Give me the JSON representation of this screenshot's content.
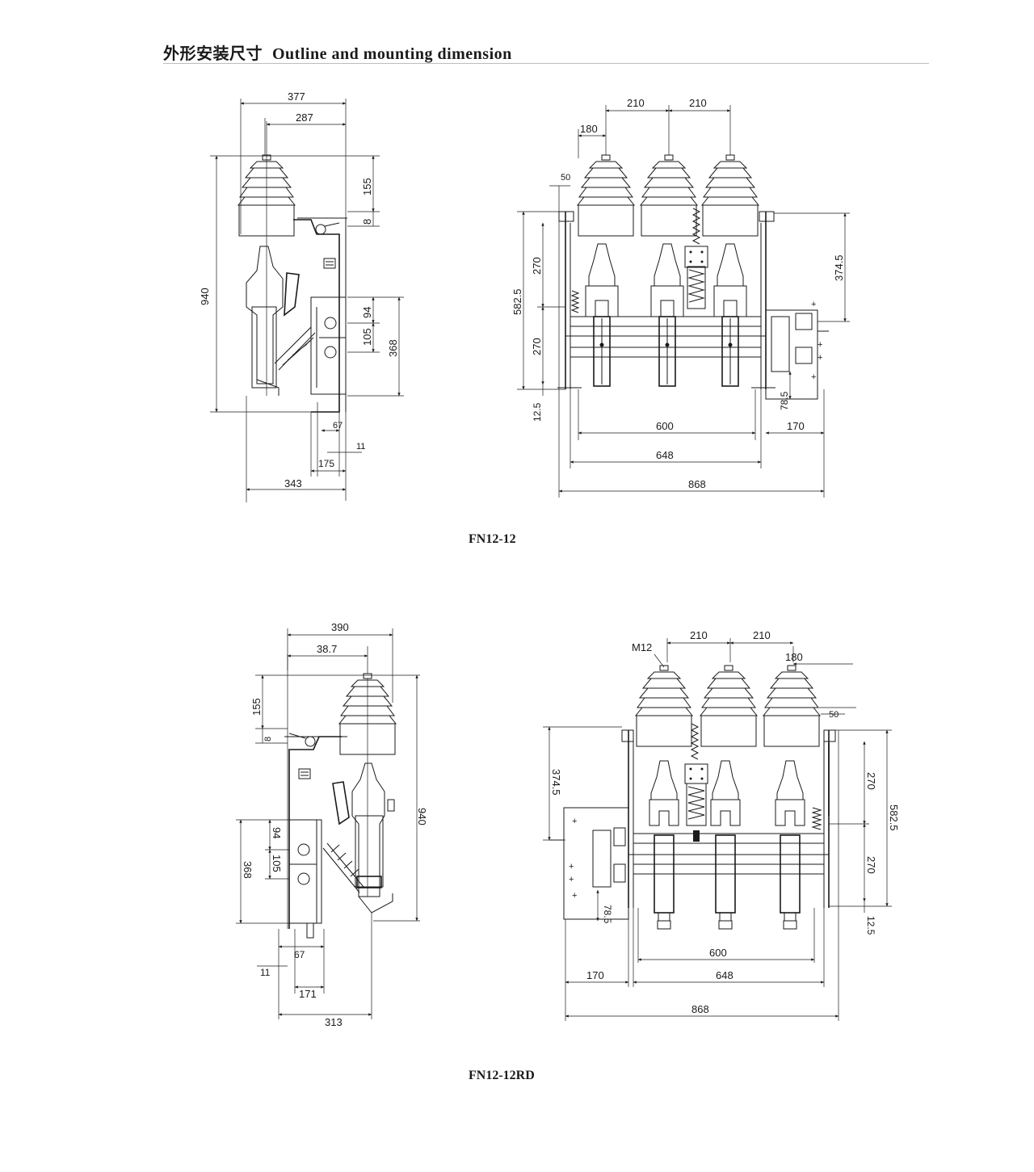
{
  "header": {
    "title_cn": "外形安装尺寸",
    "title_en": "Outline and mounting dimension"
  },
  "fig1": {
    "caption": "FN12-12",
    "side": {
      "d377": "377",
      "d287": "287",
      "d155": "155",
      "d8": "8",
      "d940": "940",
      "d94": "94",
      "d105": "105",
      "d368": "368",
      "d67": "67",
      "d11": "11",
      "d175": "175",
      "d343": "343"
    },
    "front": {
      "d210a": "210",
      "d210b": "210",
      "d180": "180",
      "d50": "50",
      "d270a": "270",
      "d270b": "270",
      "d5825": "582.5",
      "d3745": "374.5",
      "d125": "12.5",
      "d785": "78.5",
      "d600": "600",
      "d170": "170",
      "d648": "648",
      "d868": "868"
    }
  },
  "fig2": {
    "caption": "FN12-12RD",
    "side": {
      "d390": "390",
      "d387": "38.7",
      "d155": "155",
      "d8": "8",
      "d940": "940",
      "d94": "94",
      "d105": "105",
      "d368": "368",
      "d67": "67",
      "d11": "11",
      "d171": "171",
      "d313": "313"
    },
    "front": {
      "m12": "M12",
      "d210a": "210",
      "d210b": "210",
      "d180": "180",
      "d50": "50",
      "d3745": "374.5",
      "d270a": "270",
      "d270b": "270",
      "d5825": "582.5",
      "d125": "12.5",
      "d785": "78.5",
      "d600": "600",
      "d170": "170",
      "d648": "648",
      "d868": "868"
    }
  }
}
